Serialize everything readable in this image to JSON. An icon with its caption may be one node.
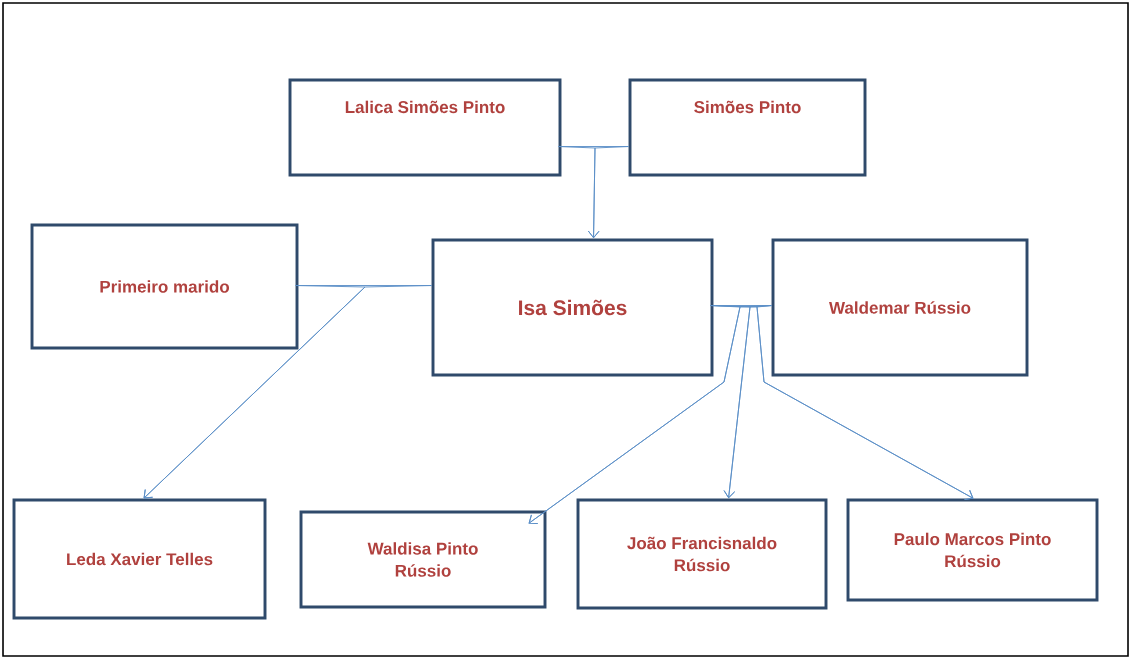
{
  "diagram": {
    "nodes": [
      {
        "text": [
          "Lalica Simões Pinto"
        ]
      },
      {
        "text": [
          "Simões Pinto"
        ]
      },
      {
        "text": [
          "Primeiro marido"
        ]
      },
      {
        "text": [
          "Isa Simões"
        ]
      },
      {
        "text": [
          "Waldemar Rússio"
        ]
      },
      {
        "text": [
          "Leda Xavier Telles"
        ]
      },
      {
        "text": [
          "Waldisa Pinto Rússio"
        ]
      },
      {
        "text": [
          "João Francisnaldo Rússio"
        ]
      },
      {
        "text": [
          "Paulo Marcos Pinto Rússio"
        ]
      }
    ],
    "edges": [
      {
        "from": 0,
        "to": 1,
        "arrow": "none"
      },
      {
        "from": 0,
        "to": 3,
        "arrow": "to"
      },
      {
        "from": 1,
        "to": 3,
        "arrow": "to"
      },
      {
        "from": 2,
        "to": 3,
        "arrow": "none"
      },
      {
        "from": 2,
        "to": 5,
        "arrow": "to"
      },
      {
        "from": 3,
        "to": 5,
        "arrow": "to"
      },
      {
        "from": 3,
        "to": 4,
        "arrow": "none"
      },
      {
        "from": 3,
        "to": 6,
        "arrow": "to"
      },
      {
        "from": 4,
        "to": 6,
        "arrow": "to"
      },
      {
        "from": 3,
        "to": 7,
        "arrow": "to"
      },
      {
        "from": 4,
        "to": 7,
        "arrow": "to"
      },
      {
        "from": 3,
        "to": 8,
        "arrow": "to"
      },
      {
        "from": 4,
        "to": 8,
        "arrow": "to"
      }
    ]
  }
}
